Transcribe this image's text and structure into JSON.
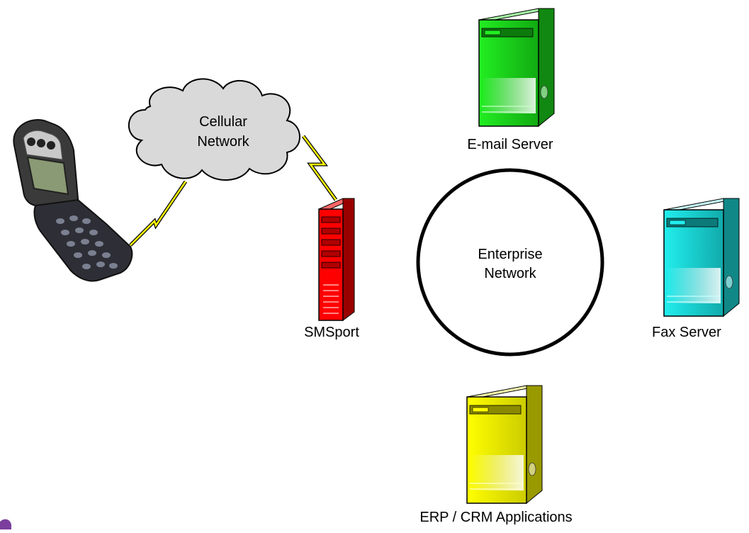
{
  "diagram": {
    "cloud": {
      "line1": "Cellular",
      "line2": "Network",
      "color": "#d9d9d9"
    },
    "enterprise": {
      "line1": "Enterprise",
      "line2": "Network"
    },
    "nodes": {
      "smsport": {
        "label": "SMSport",
        "color": "#ff0000"
      },
      "email": {
        "label": "E-mail Server",
        "color": "#22ee22"
      },
      "fax": {
        "label": "Fax Server",
        "color": "#22eeee"
      },
      "erp": {
        "label": "ERP / CRM Applications",
        "color": "#ffff00"
      }
    },
    "link_color": "#ffff00"
  }
}
